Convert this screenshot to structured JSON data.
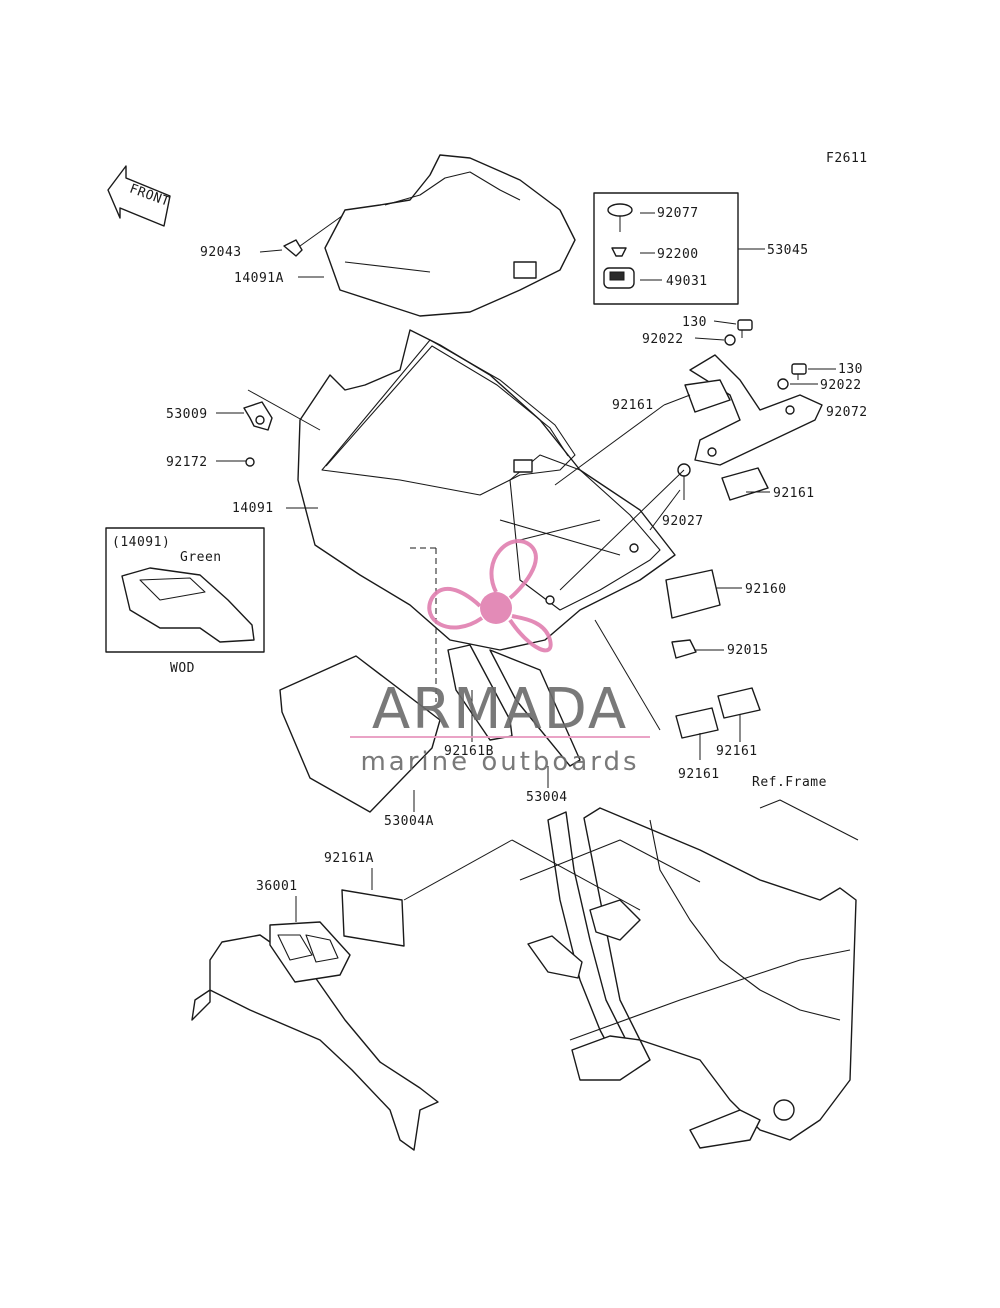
{
  "figure_code": "F2611",
  "front_arrow_label": "FRONT",
  "inset": {
    "title": "(14091)",
    "note": "Green",
    "caption": "WOD"
  },
  "kit_box_ref": "53045",
  "ref_frame": "Ref.Frame",
  "callouts": {
    "c92043": "92043",
    "c14091A": "14091A",
    "c92077": "92077",
    "c92200": "92200",
    "c49031": "49031",
    "c53045": "53045",
    "c130a": "130",
    "c92022a": "92022",
    "c130b": "130",
    "c92022b": "92022",
    "c92072": "92072",
    "c92161a": "92161",
    "c53009": "53009",
    "c92172": "92172",
    "c14091": "14091",
    "c92161b": "92161",
    "c92027": "92027",
    "c92160": "92160",
    "c92015": "92015",
    "c92161B": "92161B",
    "c92161c": "92161",
    "c92161d": "92161",
    "c53004": "53004",
    "c53004A": "53004A",
    "c92161A": "92161A",
    "c36001": "36001"
  },
  "watermark": {
    "brand": "ARMADA",
    "tagline": "marine outboards",
    "colors": {
      "text": "#6b6b6b",
      "accent": "#e07fb0",
      "rule": "#e89ac0"
    }
  }
}
